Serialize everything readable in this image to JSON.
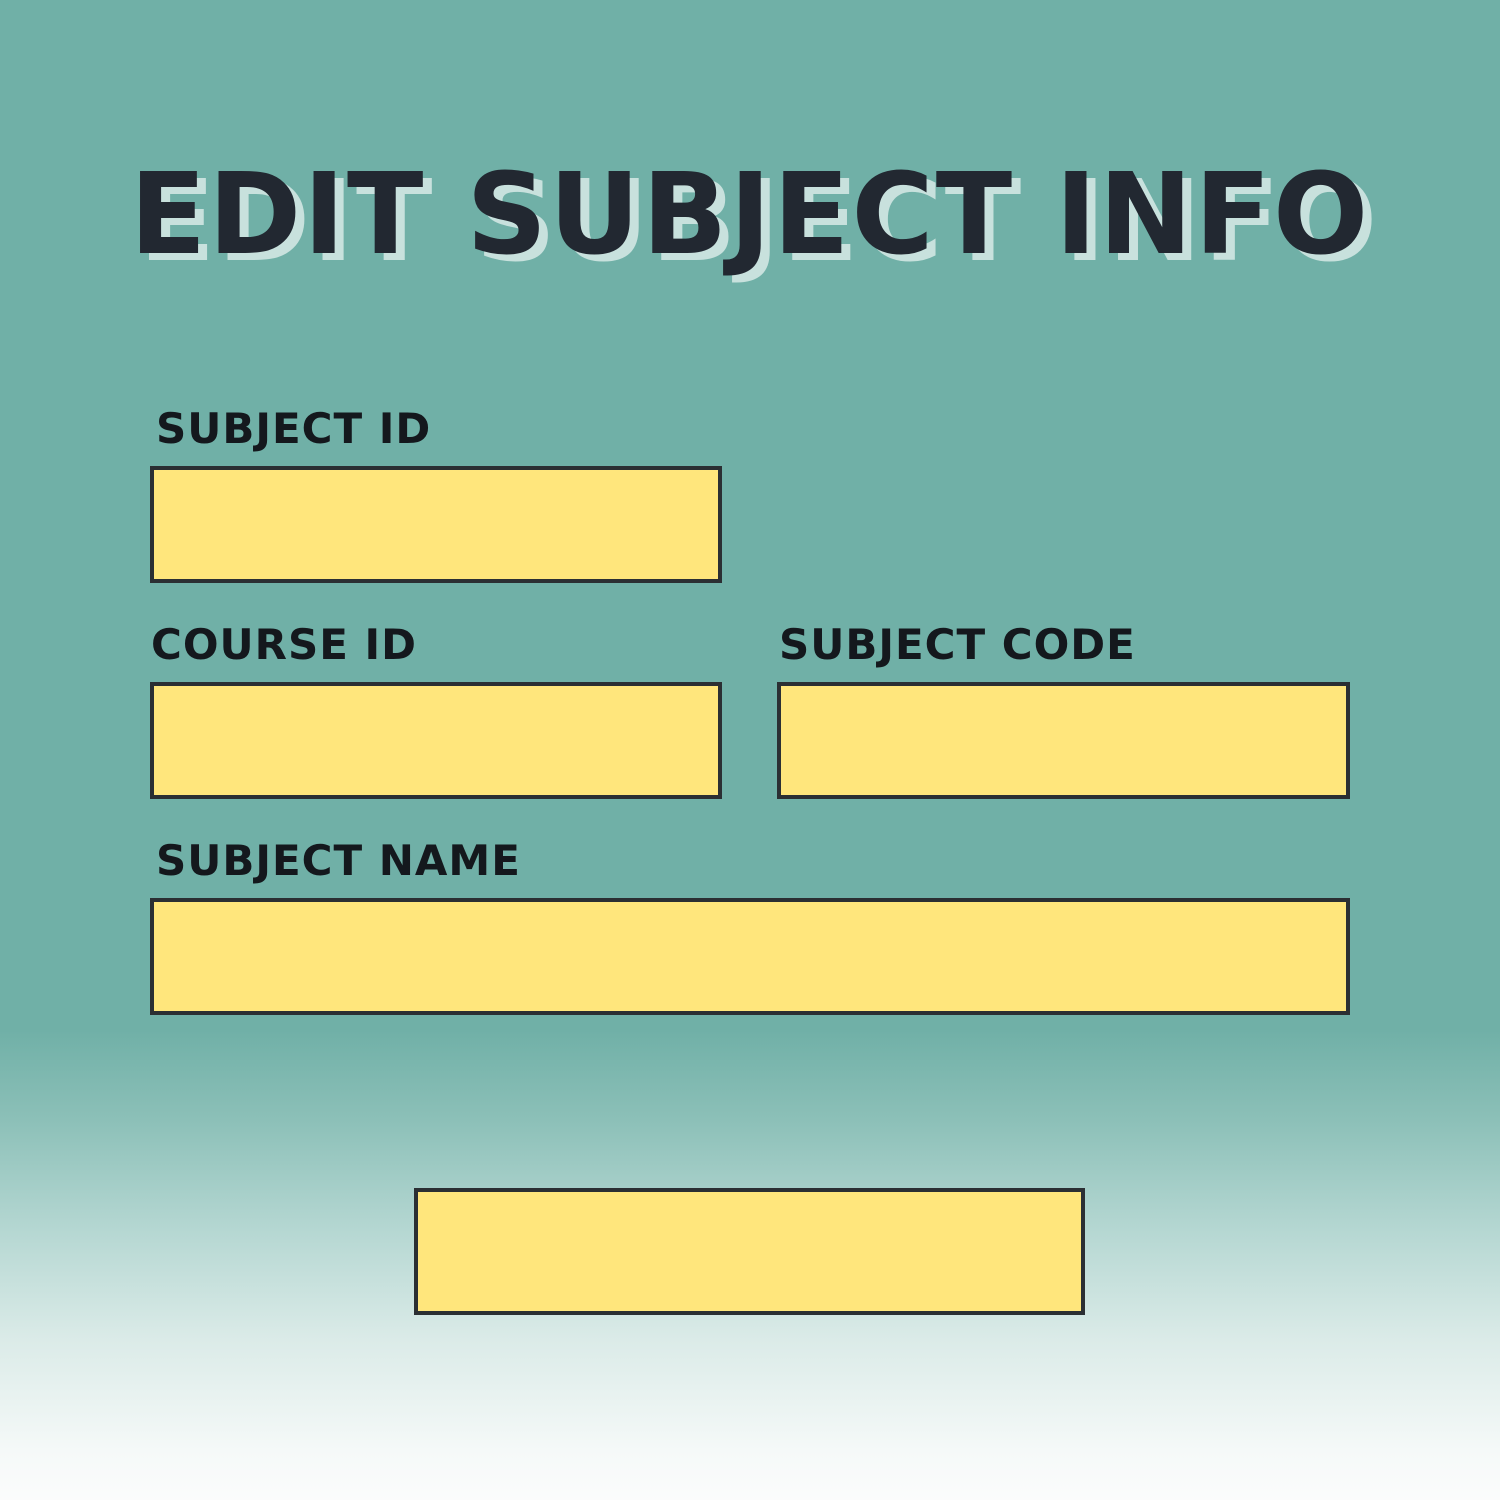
{
  "header": {
    "title": "EDIT SUBJECT INFO"
  },
  "form": {
    "subject_id": {
      "label": "SUBJECT ID",
      "value": ""
    },
    "course_id": {
      "label": "COURSE ID",
      "value": ""
    },
    "subject_code": {
      "label": "SUBJECT CODE",
      "value": ""
    },
    "subject_name": {
      "label": "SUBJECT NAME",
      "value": ""
    },
    "submit": {
      "label": ""
    }
  },
  "colors": {
    "background": "#70b0a7",
    "field_fill": "#ffe67c",
    "border": "#2b2f33",
    "text": "#222831",
    "title_shadow": "#c8e1dd"
  }
}
